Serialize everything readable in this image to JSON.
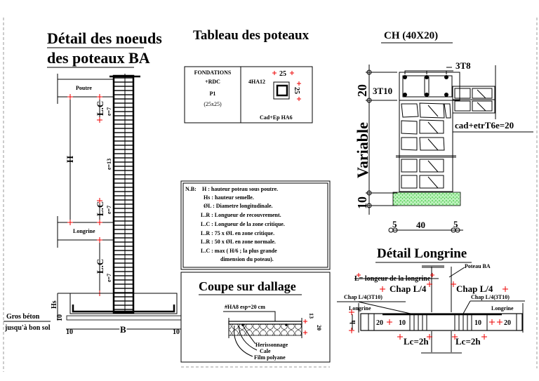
{
  "left_panel": {
    "title_line1": "Détail des noeuds",
    "title_line2": "des poteaux BA",
    "poutre_label": "Poutre",
    "longrine_label": "Longrine",
    "h_label": "H",
    "lc_label": "L.C",
    "spacing_critical": "e=7",
    "spacing_normal": "e=13",
    "hs_label": "Hs",
    "base_dim": "10",
    "gros_beton_line1": "Gros béton",
    "gros_beton_line2": "jusqu'à bon sol",
    "b_label": "B",
    "edge_dim_left": "10",
    "edge_dim_right": "10"
  },
  "table": {
    "title": "Tableau des poteaux",
    "level_line1": "FONDATIONS",
    "level_line2": "+RDC",
    "column_id": "P1",
    "column_size": "(25x25)",
    "rebar": "4HA12",
    "dim_top": "25",
    "dim_side": "25",
    "stirrups": "Cad+Ep HA6"
  },
  "notes": {
    "prefix": "N.B:",
    "lines": [
      "H  : hauteur poteau sous poutre.",
      "Hs : hauteur semelle.",
      "ØL : Diametre longitudinale.",
      "L.R : Longueur de recouvrement.",
      "L.C : Longueur de la zone critique.",
      "L.R : 75  x   ØL en zone critique.",
      "L.R : 50  x   ØL en zone normale.",
      "L.C : max ( H/6  ;  la plus grande",
      "dimension du poteau)."
    ]
  },
  "dallage": {
    "title": "Coupe sur dallage",
    "mesh": "#HA8 esp=20 cm",
    "dim_slab": "13",
    "dim_fill": "20",
    "layer1": "Herissonnage",
    "layer2": "Cale",
    "layer3": "Film polyane"
  },
  "chainage": {
    "title": "CH (40X20)",
    "top_bars": "3T8",
    "bottom_bars": "3T10",
    "stirrups": "cad+etrT6e=20",
    "dim_height": "20",
    "dim_wall": "Variable",
    "dim_base": "10",
    "dim_left": "5",
    "dim_width": "40",
    "dim_right": "5",
    "footing_color": "#33cc33"
  },
  "longrine": {
    "title": "Détail  Longrine",
    "poteau_label": "Poteau BA",
    "length_note": "L= longeur de la longrine",
    "chap_left": "Chap L/4",
    "chap_right": "Chap L/4",
    "chap_bar_left": "Chap L/4(3T10)",
    "chap_bar_right": "Chap L/4(3T10)",
    "longrine_left": "Longrine",
    "longrine_right": "Longrine",
    "h_label": "h",
    "sp_outer_left": "20",
    "sp_inner_left": "10",
    "sp_inner_right": "10",
    "sp_outer_right": "20",
    "lc_left": "Lc=2h",
    "lc_right": "Lc=2h"
  },
  "colors": {
    "dimension_marks": "#ee0000",
    "lines": "#000000"
  }
}
